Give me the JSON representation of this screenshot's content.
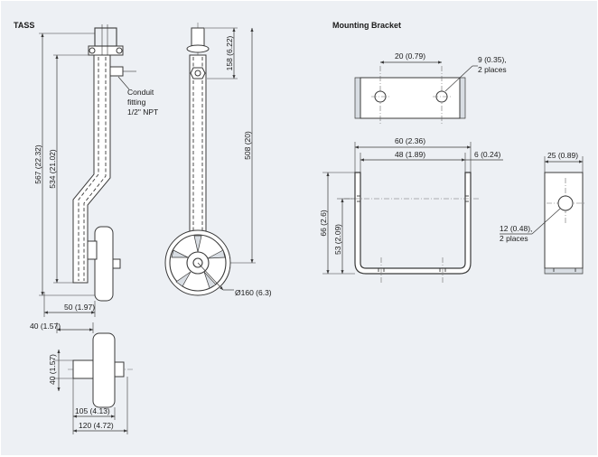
{
  "sections": {
    "tass_title": "TASS",
    "bracket_title": "Mounting Bracket"
  },
  "annotations": {
    "conduit": [
      "Conduit",
      "fitting",
      "1/2\" NPT"
    ]
  },
  "dimensions": {
    "side_height_total": "567 (22.32)",
    "side_height_inner": "534 (21.02)",
    "side_offset": "50 (1.97)",
    "front_top": "158 (6.22)",
    "front_height": "508 (20)",
    "wheel_diameter": "Ø160 (6.3)",
    "plan_left": "40 (1.57)",
    "plan_vertical": "40 (1.57)",
    "plan_mid": "105 (4.13)",
    "plan_overall": "120 (4.72)",
    "bracket_hole_spacing": "20 (0.79)",
    "bracket_hole_dia": "9 (0.35),",
    "bracket_hole_places": "2 places",
    "bracket_outer_width": "60 (2.36)",
    "bracket_inner_width": "48 (1.89)",
    "bracket_thickness": "6 (0.24)",
    "bracket_height_total": "66 (2.6)",
    "bracket_height_inner": "53 (2.09)",
    "bracket_side_width": "25 (0.89)",
    "bracket_side_hole": "12 (0.48),",
    "bracket_side_places": "2 places"
  }
}
